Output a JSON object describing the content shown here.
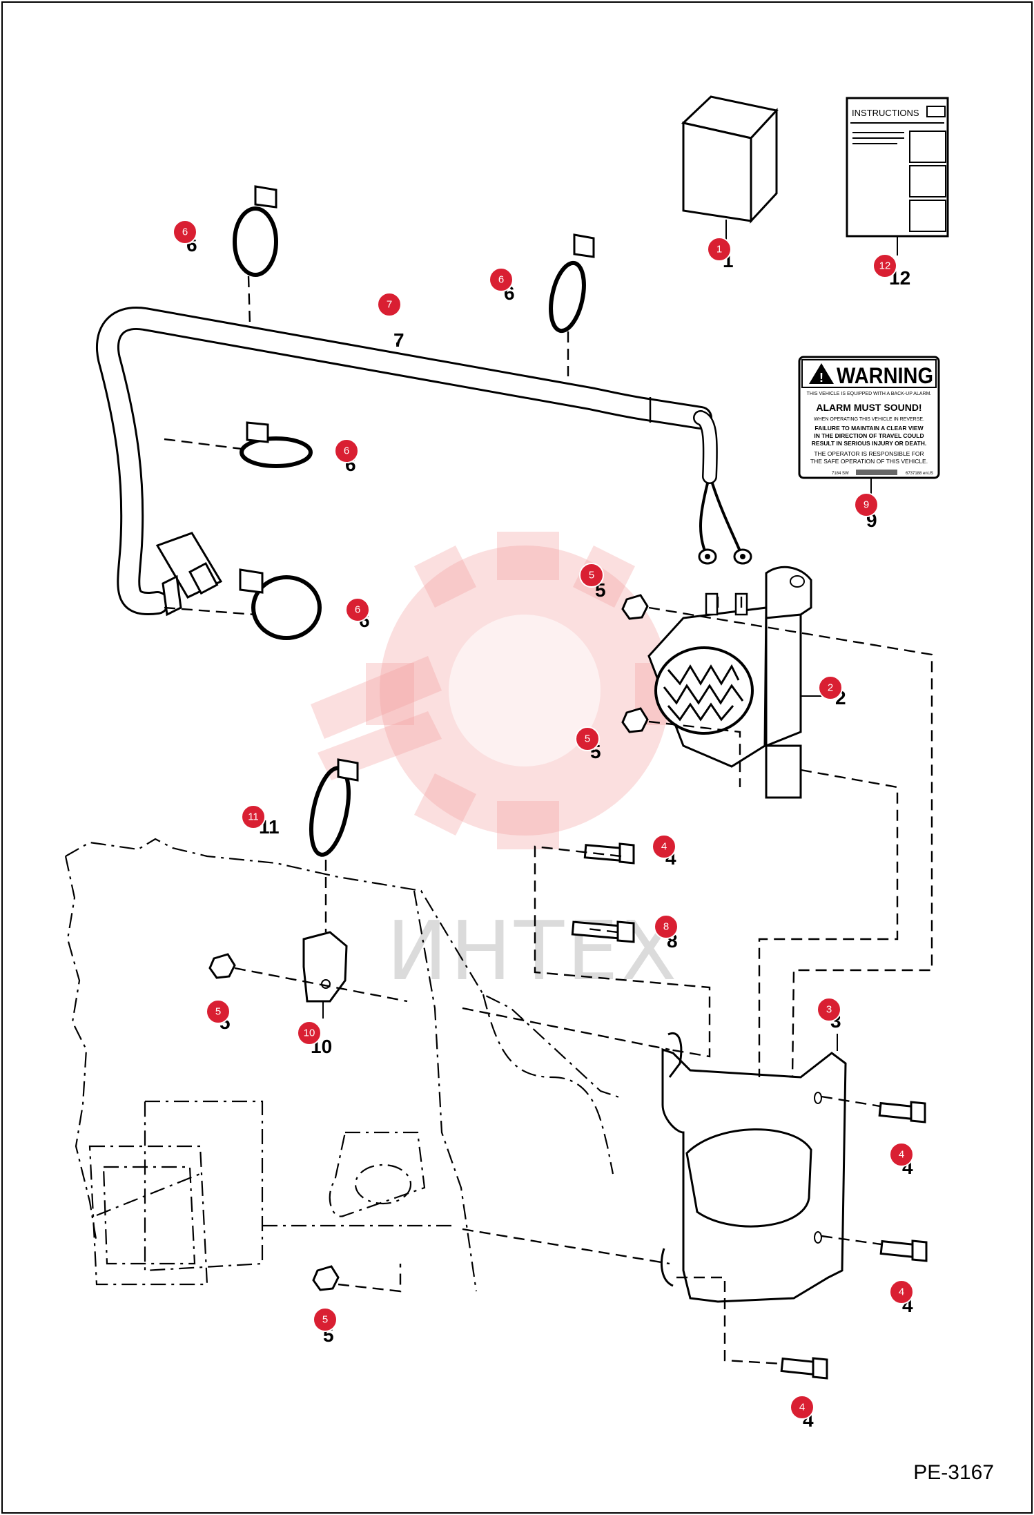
{
  "figure": {
    "code": "PE-3167",
    "instructions_sheet_title": "INSTRUCTIONS",
    "watermark": "ИНТЕХ"
  },
  "warning_decal": {
    "heading": "WARNING",
    "line1": "THIS VEHICLE IS EQUIPPED WITH A BACK-UP ALARM.",
    "line2": "ALARM MUST SOUND!",
    "line3": "WHEN OPERATING THIS VEHICLE IN REVERSE.",
    "line4": "FAILURE TO MAINTAIN A CLEAR VIEW",
    "line5": "IN THE DIRECTION OF TRAVEL COULD",
    "line6": "RESULT IN SERIOUS INJURY OR DEATH.",
    "line7": "THE OPERATOR IS RESPONSIBLE FOR",
    "line8": "THE SAFE OPERATION OF THIS VEHICLE.",
    "code_left": "7184 SW",
    "code_right": "6737188 enUS"
  },
  "callouts": [
    {
      "id": "c1",
      "label": "1"
    },
    {
      "id": "c2",
      "label": "2"
    },
    {
      "id": "c3",
      "label": "3"
    },
    {
      "id": "c4a",
      "label": "4"
    },
    {
      "id": "c4b",
      "label": "4"
    },
    {
      "id": "c4c",
      "label": "4"
    },
    {
      "id": "c4d",
      "label": "4"
    },
    {
      "id": "c5a",
      "label": "5"
    },
    {
      "id": "c5b",
      "label": "5"
    },
    {
      "id": "c5c",
      "label": "5"
    },
    {
      "id": "c5d",
      "label": "5"
    },
    {
      "id": "c6a",
      "label": "6"
    },
    {
      "id": "c6b",
      "label": "6"
    },
    {
      "id": "c6c",
      "label": "6"
    },
    {
      "id": "c6d",
      "label": "6"
    },
    {
      "id": "c7",
      "label": "7"
    },
    {
      "id": "c8",
      "label": "8"
    },
    {
      "id": "c9",
      "label": "9"
    },
    {
      "id": "c10",
      "label": "10"
    },
    {
      "id": "c11",
      "label": "11"
    },
    {
      "id": "c12",
      "label": "12"
    }
  ]
}
